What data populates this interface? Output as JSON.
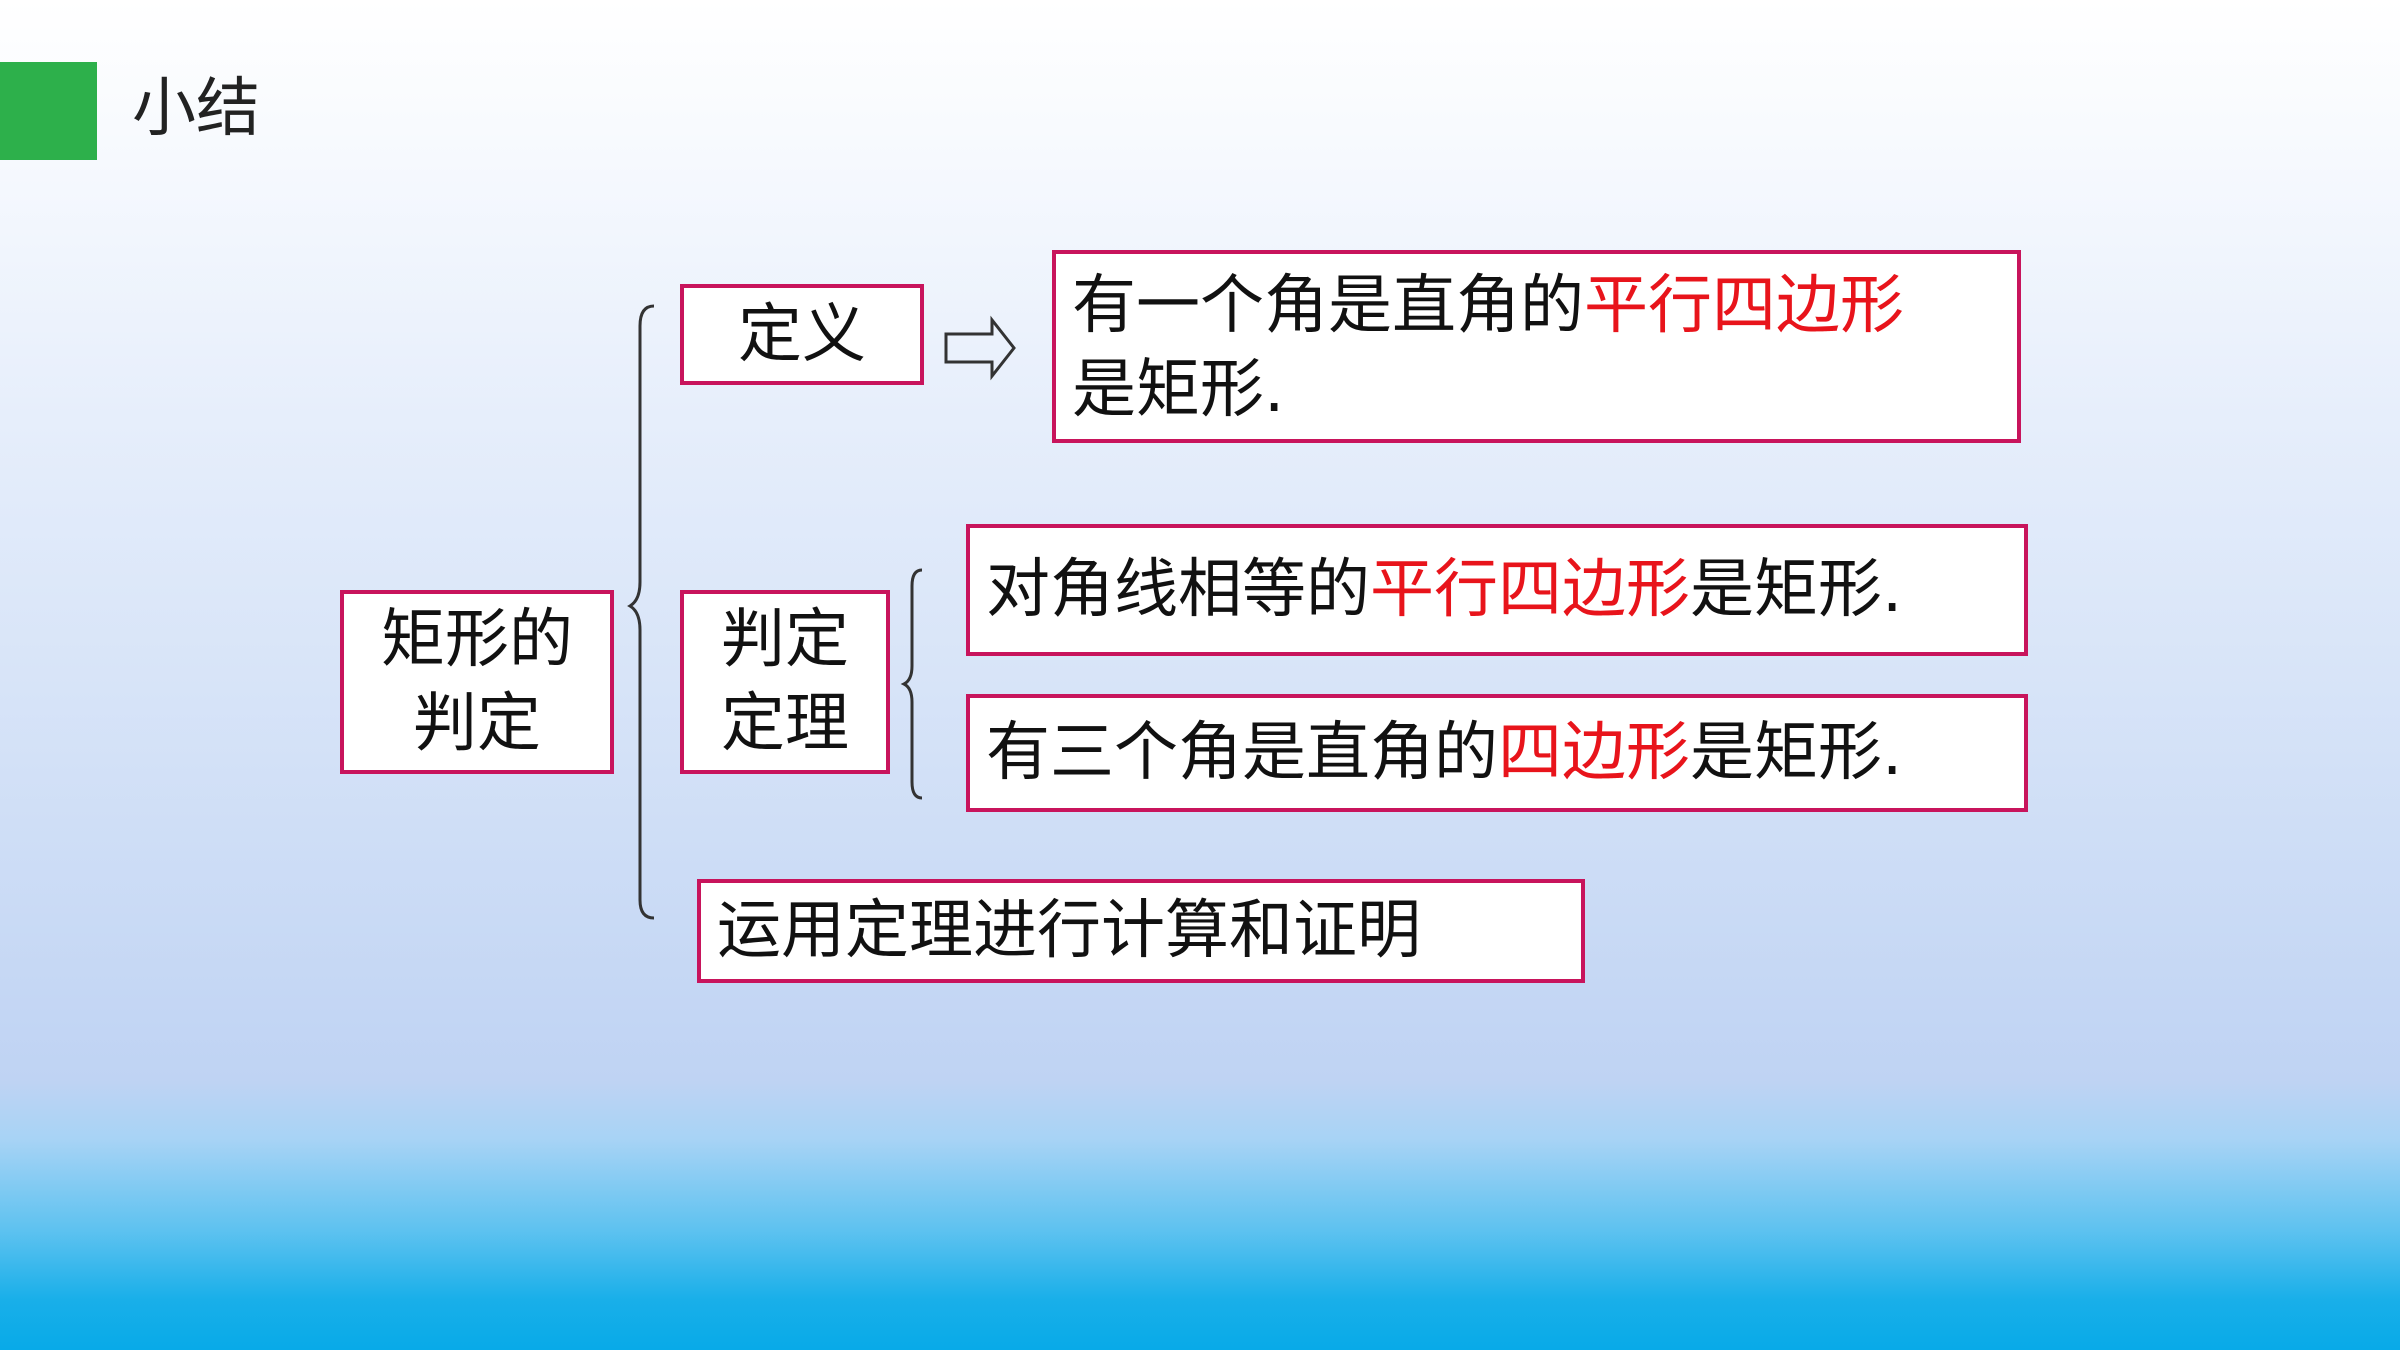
{
  "header": {
    "title": "小结",
    "accent_color": "#2db04b"
  },
  "diagram": {
    "root": {
      "line1": "矩形的",
      "line2": "判定"
    },
    "definition": {
      "label": "定义",
      "statement": {
        "part1": "有一个角是直角的",
        "highlight": "平行四边形",
        "part2": "是矩形."
      }
    },
    "theorem": {
      "line1": "判定",
      "line2": "定理",
      "statements": [
        {
          "part1": "对角线相等的",
          "highlight": "平行四边形",
          "part2": "是矩形."
        },
        {
          "part1": "有三个角是直角的",
          "highlight": "四边形",
          "part2": "是矩形."
        }
      ]
    },
    "application": "运用定理进行计算和证明",
    "colors": {
      "box_border": "#c8145c",
      "highlight": "#e8141b"
    }
  }
}
